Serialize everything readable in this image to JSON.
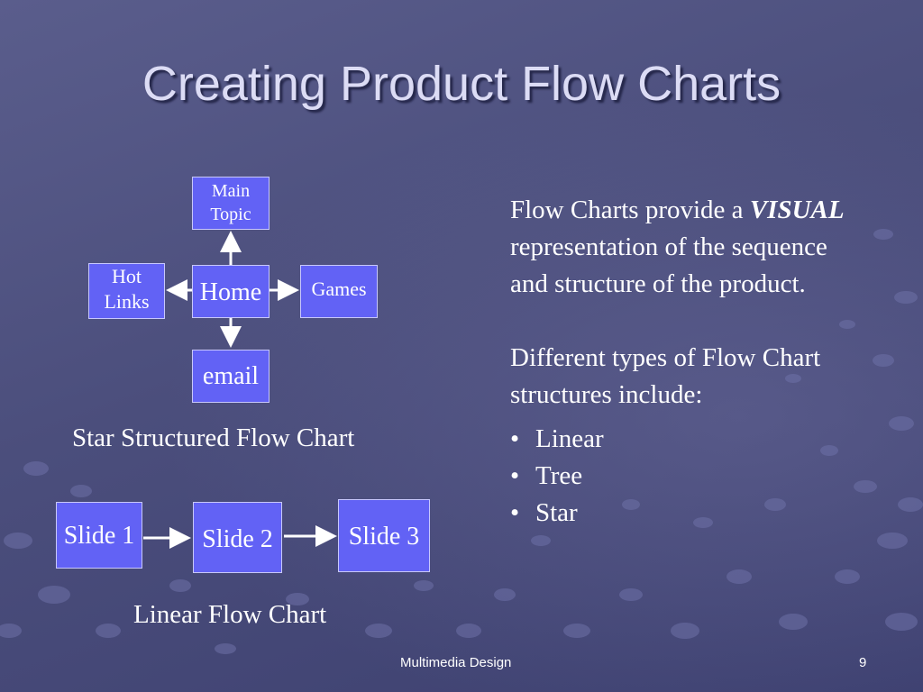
{
  "slide": {
    "title": "Creating Product Flow Charts",
    "footer": {
      "center": "Multimedia Design",
      "page_number": "9"
    }
  },
  "star_chart": {
    "nodes": {
      "main_topic": {
        "line1": "Main",
        "line2": "Topic"
      },
      "hot_links": {
        "line1": "Hot",
        "line2": "Links"
      },
      "home": "Home",
      "games": "Games",
      "email": "email"
    },
    "caption": "Star Structured Flow Chart"
  },
  "linear_chart": {
    "nodes": [
      "Slide 1",
      "Slide 2",
      "Slide 3"
    ],
    "caption": "Linear Flow Chart"
  },
  "description": {
    "para1_before": "Flow Charts provide a ",
    "para1_emphasis": "VISUAL",
    "para1_after": " representation of the sequence and structure of the product.",
    "para2": "Different types of Flow Chart structures include:",
    "bullet_symbol": "•",
    "bullets": [
      "Linear",
      "Tree",
      "Star"
    ]
  },
  "colors": {
    "box_fill": "#6262f5",
    "arrow": "#ffffff",
    "title": "#dcdcf5"
  }
}
